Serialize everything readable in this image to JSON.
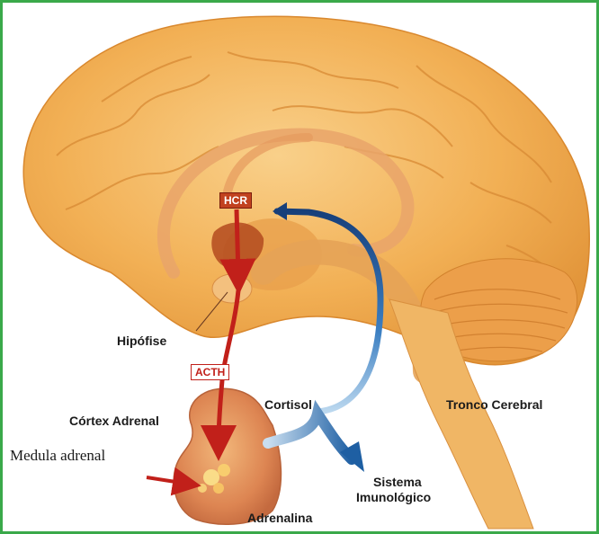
{
  "labels": {
    "hcr": "HCR",
    "acth": "ACTH",
    "hipofise": "Hipófise",
    "cortex_adrenal": "Córtex Adrenal",
    "cortisol": "Cortisol",
    "tronco_cerebral": "Tronco Cerebral",
    "medula_adrenal": "Medula adrenal",
    "sistema": "Sistema",
    "imunologico": "Imunológico",
    "adrenalina": "Adrenalina"
  },
  "colors": {
    "border": "#3aa94a",
    "brain": "#f4b456",
    "red_arrow": "#c1201a",
    "blue_arrow": "#1e5fa3"
  }
}
